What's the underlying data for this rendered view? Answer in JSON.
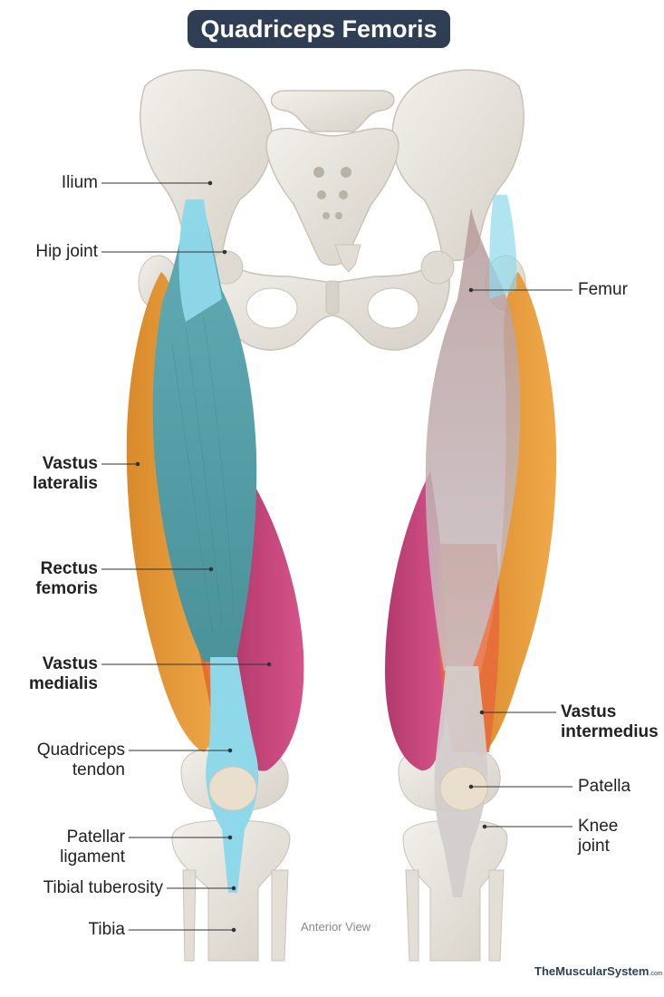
{
  "title": "Quadriceps Femoris",
  "view_caption": "Anterior View",
  "brand": {
    "name": "TheMuscularSystem",
    "suffix": ".com"
  },
  "labels": {
    "ilium": "Ilium",
    "hip_joint": "Hip joint",
    "femur": "Femur",
    "vastus_lateralis": [
      "Vastus",
      "lateralis"
    ],
    "rectus_femoris": [
      "Rectus",
      "femoris"
    ],
    "vastus_medialis": [
      "Vastus",
      "medialis"
    ],
    "vastus_intermedius": [
      "Vastus",
      "intermedius"
    ],
    "quadriceps_tendon": [
      "Quadriceps",
      "tendon"
    ],
    "patella": "Patella",
    "patellar_ligament": [
      "Patellar",
      "ligament"
    ],
    "knee_joint": [
      "Knee",
      "joint"
    ],
    "tibial_tuberosity": "Tibial tuberosity",
    "tibia": "Tibia"
  },
  "colors": {
    "bone": "#e9e6df",
    "bone_shadow": "#cfcac0",
    "rectus_femoris": "#4f9aa2",
    "tendon": "#8fd8ea",
    "vastus_lateralis": "#e39a3a",
    "vastus_medialis": "#c8457a",
    "vastus_intermedius": "#e66a3a",
    "title_bg": "#2f3e55"
  }
}
